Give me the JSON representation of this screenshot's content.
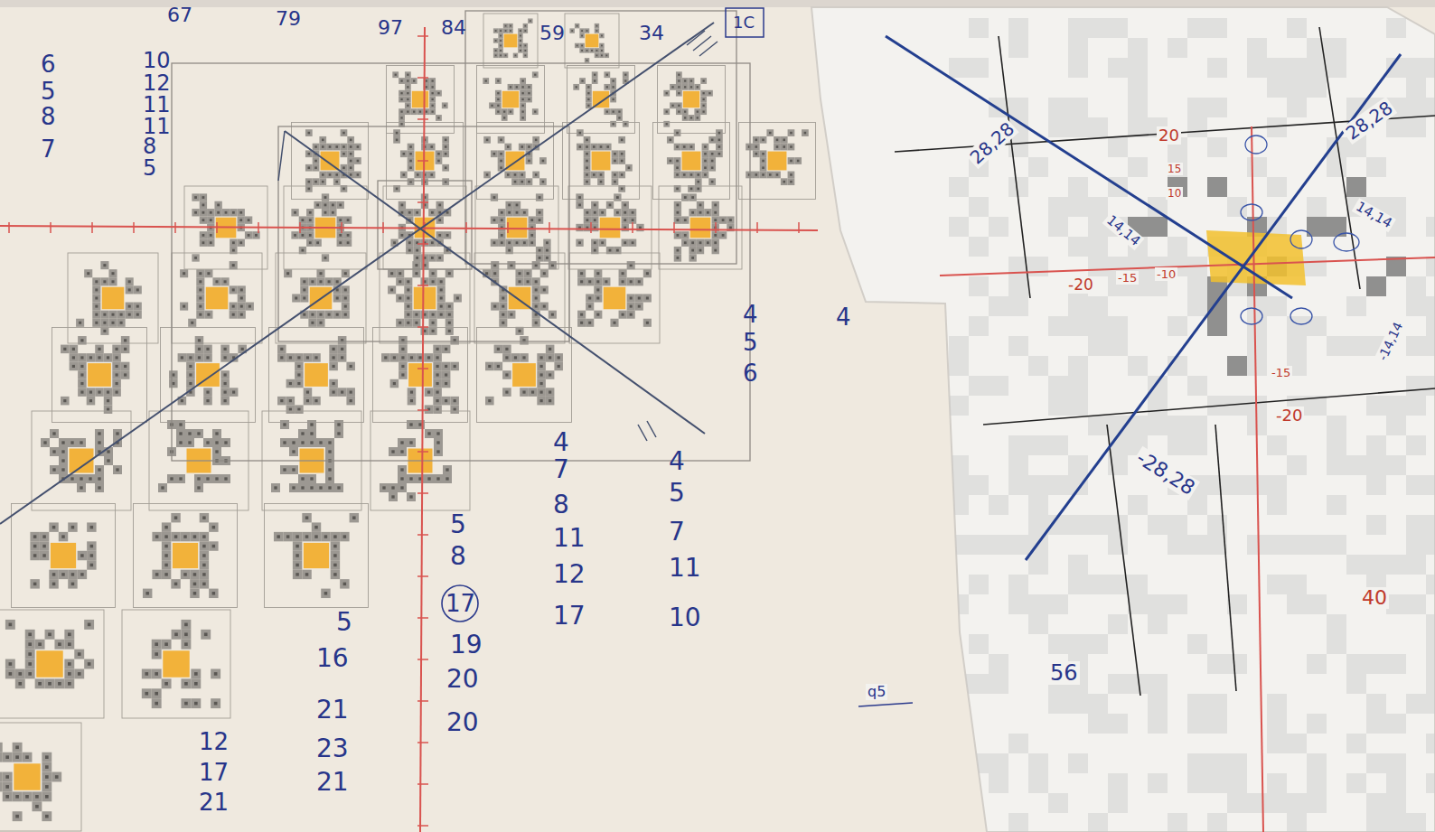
{
  "diagram": {
    "labels": [
      "67",
      "79",
      "97",
      "84",
      "59",
      "34",
      "1C",
      "6",
      "5",
      "8",
      "7",
      "10",
      "12",
      "11",
      "11",
      "8",
      "5",
      "4",
      "5",
      "6",
      "4",
      "4",
      "7",
      "8",
      "11",
      "12",
      "17",
      "4",
      "5",
      "7",
      "11",
      "10",
      "5",
      "8",
      "17",
      "19",
      "20",
      "20",
      "5",
      "16",
      "21",
      "23",
      "21",
      "12",
      "17",
      "21",
      "28,28",
      "28,28",
      "14,14",
      "14,14",
      "-20",
      "-15",
      "-10",
      "20",
      "15",
      "10",
      "-15",
      "-20",
      "-28,28",
      "-14,14",
      "40",
      "56",
      "q5"
    ]
  }
}
